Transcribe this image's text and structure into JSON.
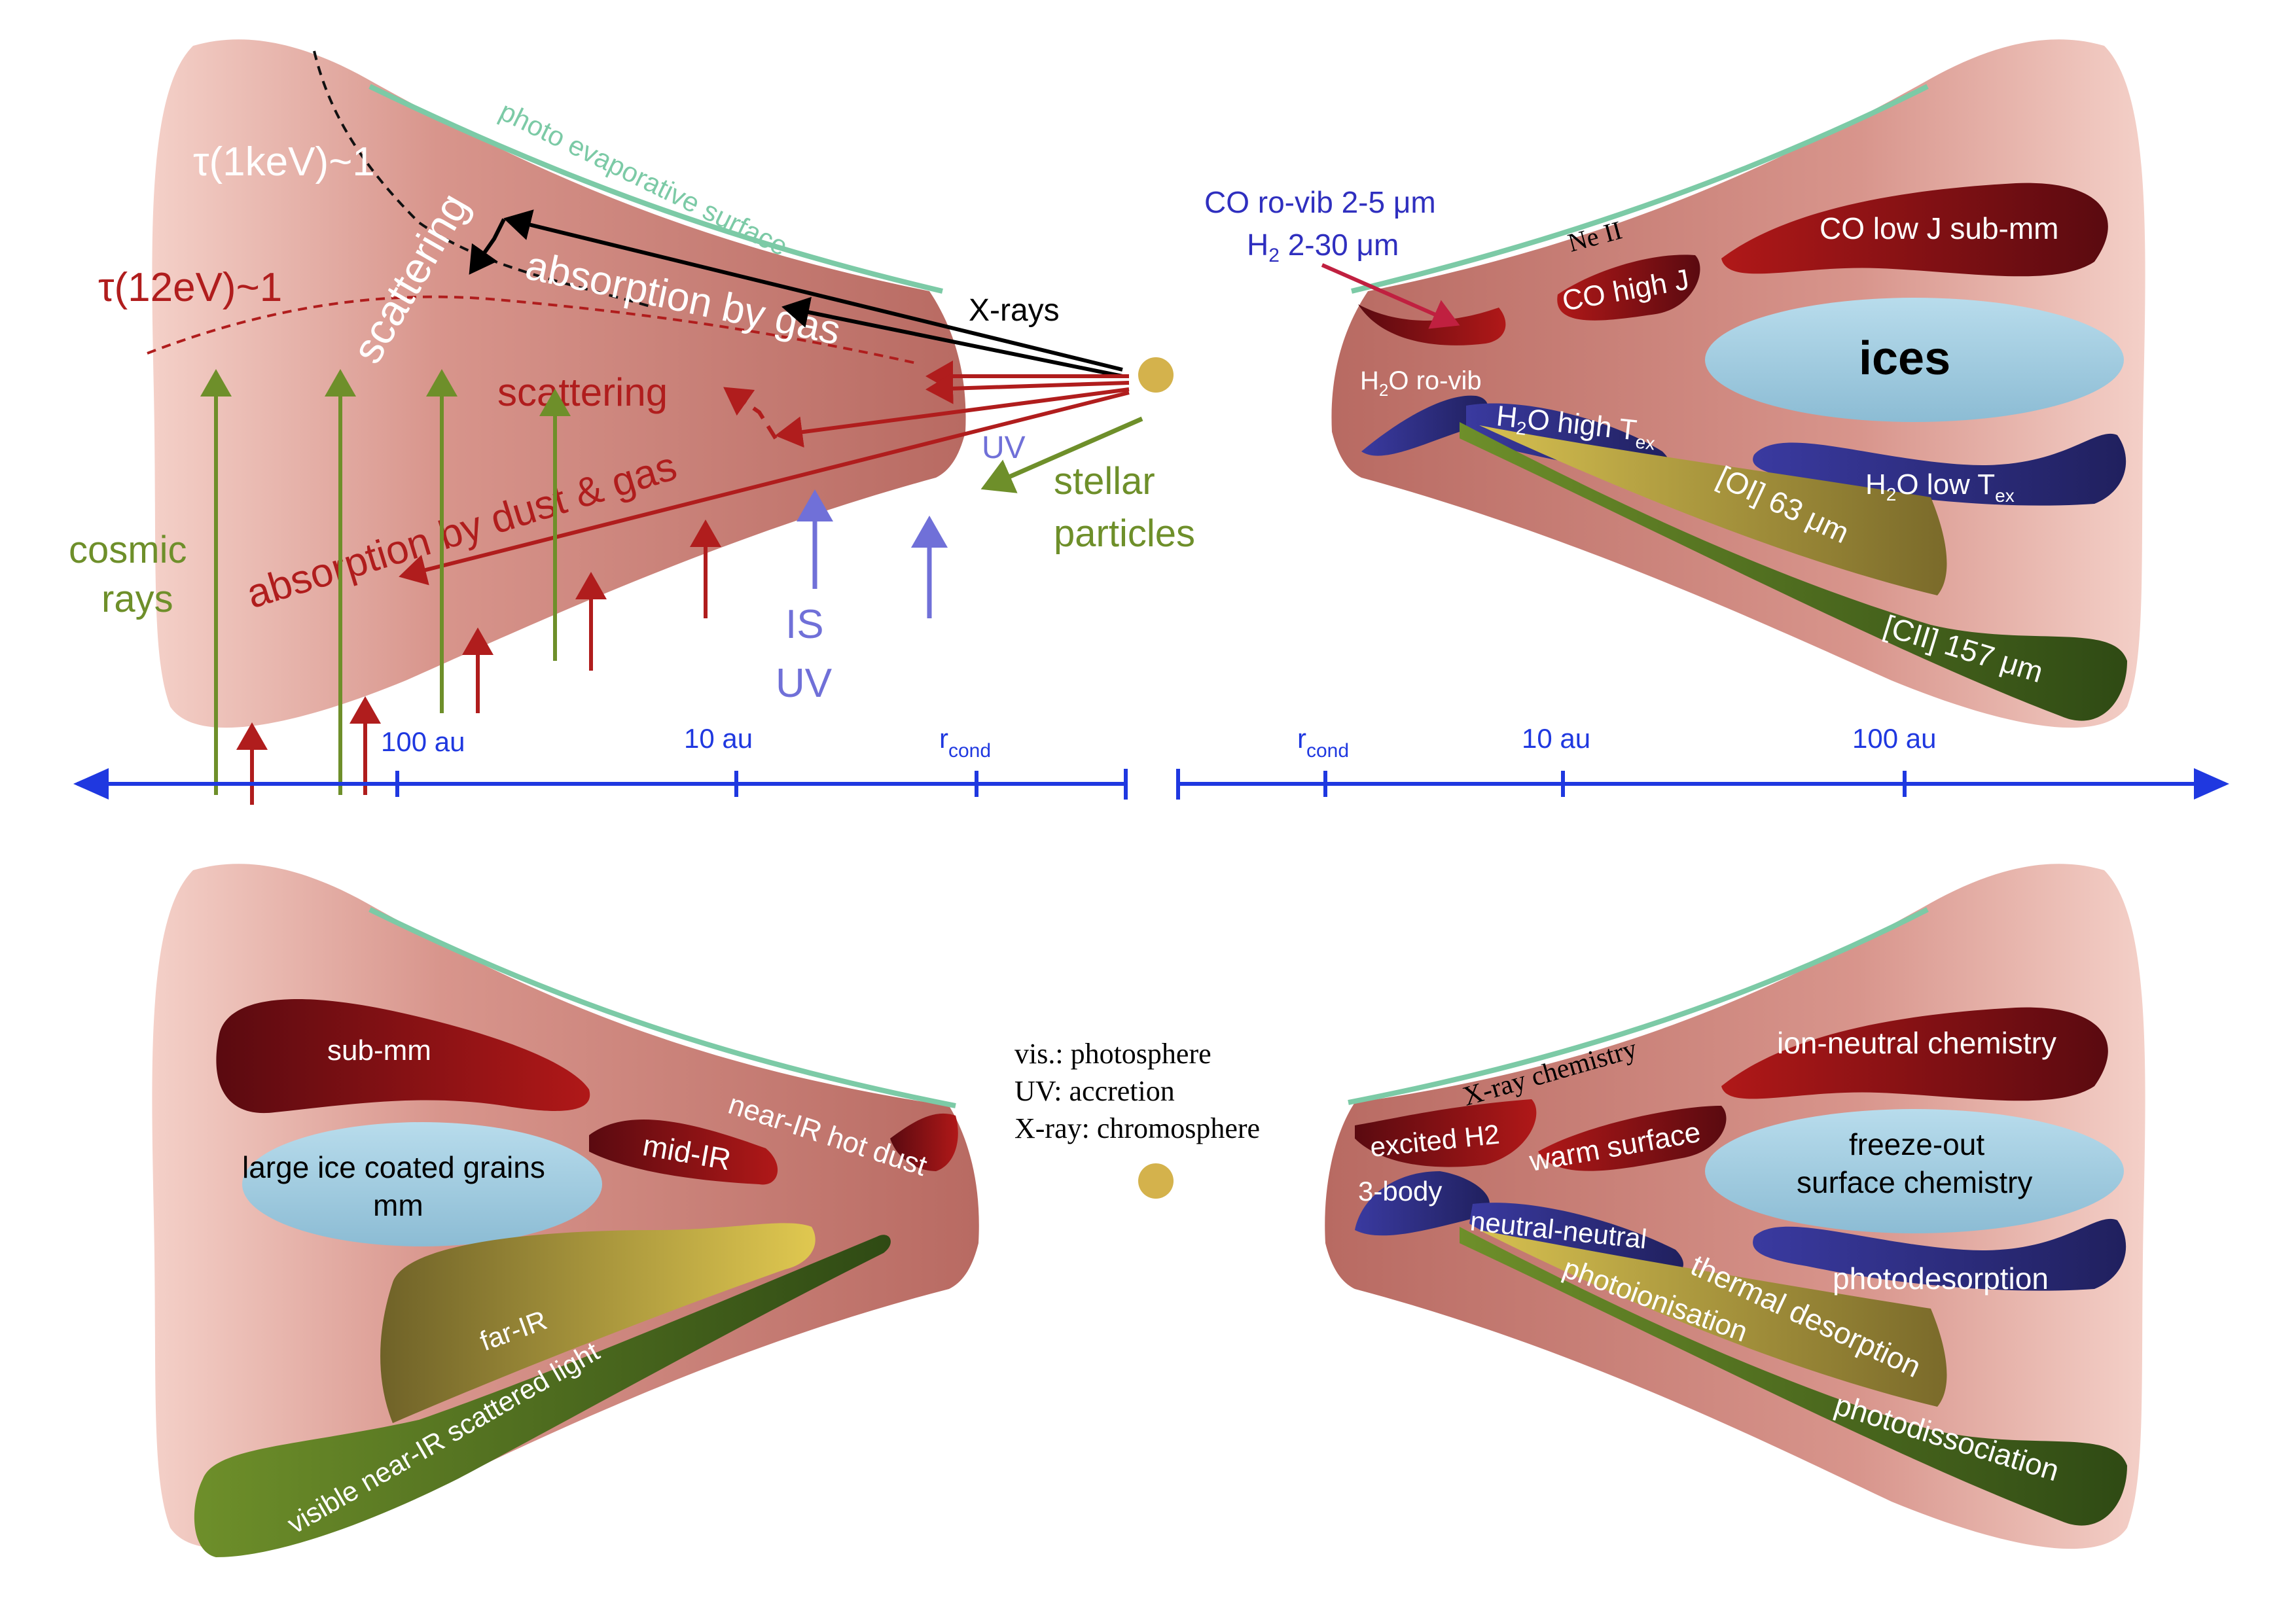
{
  "colors": {
    "disk": "#c27a72",
    "disk_light": "#f0c8c0",
    "surface_line": "#7ccaa6",
    "axis_blue": "#1f38e0",
    "red_arrow": "#b01d1d",
    "green_arrow": "#6e8f2a",
    "uv_arrow": "#7070d8",
    "star": "#d4b24c",
    "dark_red": "#6e0e12",
    "navy": "#2a2a7a",
    "olive": "#a08a3a",
    "dark_green": "#3f5e1e",
    "ice": "#9ec8dc"
  },
  "axis": {
    "left": {
      "ticks": [
        "100 au",
        "10 au",
        "r",
        "cond"
      ]
    },
    "right": {
      "ticks": [
        "r",
        "cond",
        "10 au",
        "100 au"
      ]
    }
  },
  "top_left": {
    "tau_kev": "τ(1keV)~1",
    "tau_ev": "τ(12eV)~1",
    "photo_surface": "photo evaporative surface",
    "scattering_xray": "scattering",
    "absorption_gas": "absorption by gas",
    "scattering_uv": "scattering",
    "absorption_dust_gas": "absorption by dust & gas",
    "xrays": "X-rays",
    "uv": "UV",
    "stellar": "stellar",
    "particles": "particles",
    "cosmic": "cosmic",
    "rays": "rays",
    "is": "IS",
    "is_uv": "UV"
  },
  "top_right": {
    "co_rovib": "CO ro-vib 2-5 μm",
    "h2_a": "H",
    "h2_sub": "2",
    "h2_b": " 2-30 μm",
    "ne_ii": "Ne II",
    "co_high_j": "CO high J",
    "co_low_j": "CO low J sub-mm",
    "ices": "ices",
    "h2o_rovib_a": "H",
    "h2o_rovib_sub": "2",
    "h2o_rovib_b": "O ro-vib",
    "h2o_high_a": "H",
    "h2o_high_sub": "2",
    "h2o_high_b": "O high T",
    "h2o_high_ex": "ex",
    "h2o_low_a": "H",
    "h2o_low_sub": "2",
    "h2o_low_b": "O  low  T",
    "h2o_low_ex": "ex",
    "oi": "[OI] 63 μm",
    "cii": "[CII] 157 μm"
  },
  "bottom_left": {
    "sub_mm": "sub-mm",
    "large_ice_1": "large ice coated grains",
    "large_ice_2": "mm",
    "mid_ir": "mid-IR",
    "near_ir": "near-IR hot dust",
    "far_ir": "far-IR",
    "scattered": "visible near-IR scattered light"
  },
  "center": {
    "vis": "vis.: photosphere",
    "uv": "UV: accretion",
    "xray": "X-ray: chromosphere"
  },
  "bottom_right": {
    "xray_chem": "X-ray chemistry",
    "ion_neutral": "ion-neutral chemistry",
    "excited_h2": "excited H2",
    "warm_surface": "warm surface",
    "freeze_1": "freeze-out",
    "freeze_2": "surface chemistry",
    "three_body": "3-body",
    "neutral_neutral": "neutral-neutral",
    "thermal": "thermal desorption",
    "photodesorption": "photodesorption",
    "photoionisation": "photoionisation",
    "photodissociation": "photodissociation"
  }
}
